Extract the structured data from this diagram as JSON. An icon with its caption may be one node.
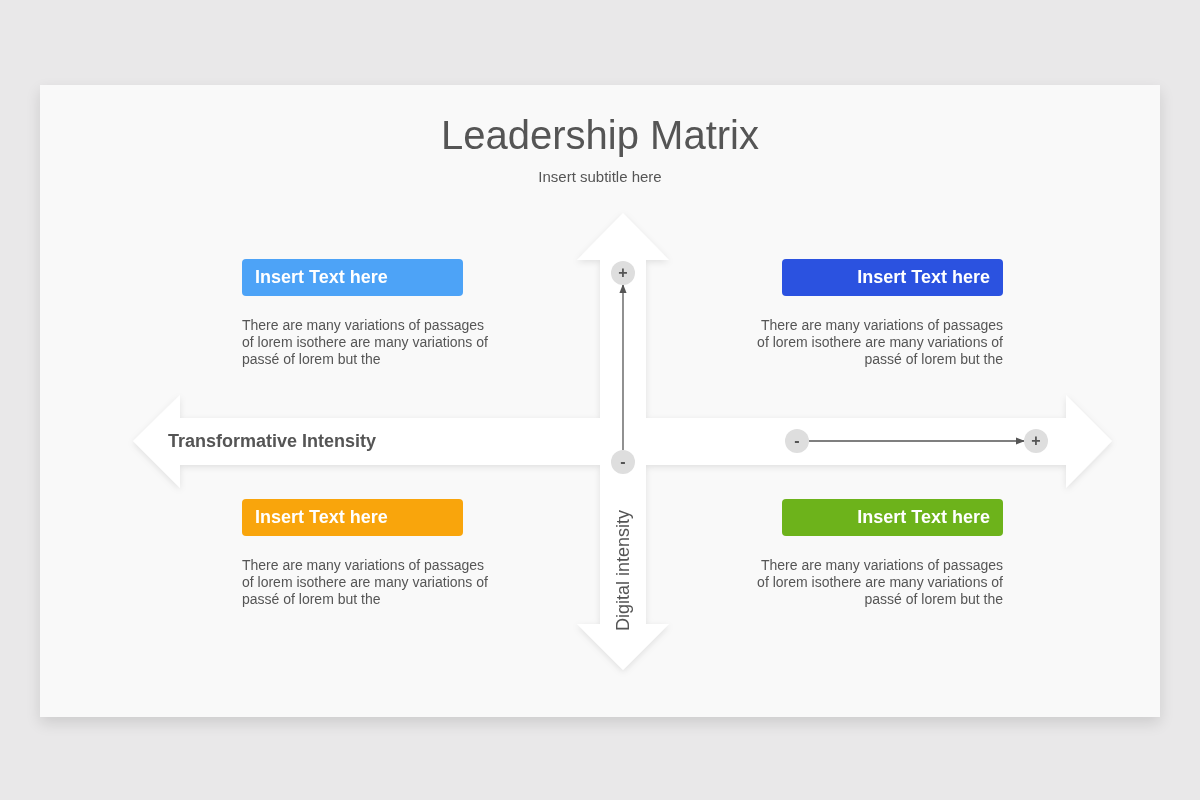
{
  "diagram": {
    "title": "Leadership Matrix",
    "nodes": [
      {
        "text": [
          "Insert Text here"
        ],
        "beside": [
          "There are many variations of passages of lorem isothere are many variations of passé of lorem but the"
        ]
      },
      {
        "text": [
          "Insert Text here"
        ],
        "beside": [
          "There are many variations of passages of lorem isothere are many variations of passé of lorem but the"
        ]
      },
      {
        "text": [
          "Insert Text here"
        ],
        "beside": [
          "There are many variations of passages of lorem isothere are many variations of passé of lorem but the"
        ]
      },
      {
        "text": [
          "Insert Text here"
        ],
        "beside": [
          "There are many variations of passages of lorem isothere are many variations of passé of lorem but the"
        ]
      },
      {
        "text": [
          "+"
        ]
      },
      {
        "text": [
          "-"
        ]
      },
      {
        "text": [
          "+"
        ]
      },
      {
        "text": [
          "-"
        ]
      }
    ],
    "edges": [
      {
        "from": 7,
        "to": 4,
        "arrow": "to"
      },
      {
        "from": 5,
        "to": 6,
        "arrow": "to"
      }
    ],
    "labels": [
      "Insert subtitle here",
      "Transformative Intensity",
      "Digital intensity"
    ]
  }
}
